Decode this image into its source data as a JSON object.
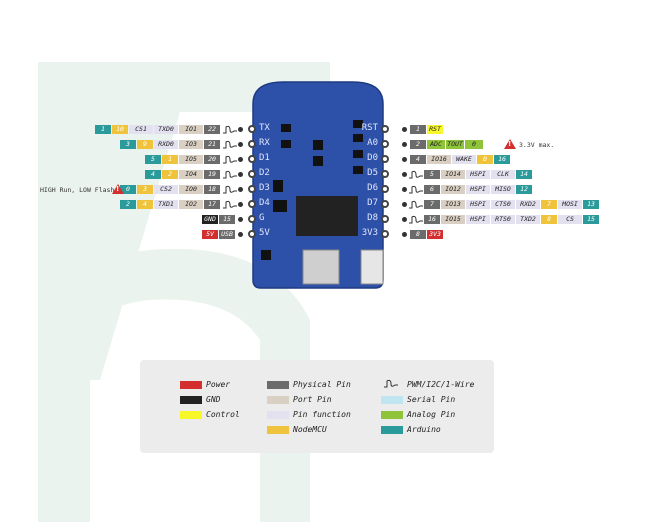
{
  "title": "mini",
  "board_labels_left": [
    "TX",
    "RX",
    "D1",
    "D2",
    "D3",
    "D4",
    "G",
    "5V"
  ],
  "board_labels_right": [
    "RST",
    "A0",
    "D0",
    "D5",
    "D6",
    "D7",
    "D8",
    "3V3"
  ],
  "left_pins": [
    {
      "tags": [
        [
          "ard",
          "1"
        ],
        [
          "mcu",
          "10"
        ],
        [
          "fn",
          "CS1"
        ],
        [
          "fn",
          "TXD0"
        ],
        [
          "port",
          "IO1"
        ],
        [
          "ph",
          "22"
        ]
      ],
      "pwm": true
    },
    {
      "tags": [
        [
          "ard",
          "3"
        ],
        [
          "mcu",
          "9"
        ],
        [
          "fn",
          "RXD0"
        ],
        [
          "port",
          "IO3"
        ],
        [
          "ph",
          "21"
        ]
      ],
      "pwm": true
    },
    {
      "tags": [
        [
          "ard",
          "5"
        ],
        [
          "mcu",
          "1"
        ],
        [
          "port",
          "IO5"
        ],
        [
          "ph",
          "20"
        ]
      ],
      "pwm": true
    },
    {
      "tags": [
        [
          "ard",
          "4"
        ],
        [
          "mcu",
          "2"
        ],
        [
          "port",
          "IO4"
        ],
        [
          "ph",
          "19"
        ]
      ],
      "pwm": true
    },
    {
      "tags": [
        [
          "ard",
          "0"
        ],
        [
          "mcu",
          "3"
        ],
        [
          "fn",
          "CS2"
        ],
        [
          "port",
          "IO0"
        ],
        [
          "ph",
          "18"
        ]
      ],
      "pwm": true
    },
    {
      "tags": [
        [
          "ard",
          "2"
        ],
        [
          "mcu",
          "4"
        ],
        [
          "fn",
          "TXD1"
        ],
        [
          "port",
          "IO2"
        ],
        [
          "ph",
          "17"
        ]
      ],
      "pwm": true
    },
    {
      "tags": [
        [
          "gnd",
          "GND"
        ],
        [
          "ph",
          "15"
        ]
      ],
      "pwm": false
    },
    {
      "tags": [
        [
          "pwr",
          "5V"
        ],
        [
          "ph",
          "USB"
        ]
      ],
      "pwm": false
    }
  ],
  "right_pins": [
    {
      "tags": [
        [
          "ph",
          "1"
        ],
        [
          "ctl",
          "RST"
        ]
      ],
      "pwm": false
    },
    {
      "tags": [
        [
          "ph",
          "2"
        ],
        [
          "ana",
          "ADC"
        ],
        [
          "ana",
          "TOUT"
        ],
        [
          "ana",
          "0"
        ]
      ],
      "pwm": false
    },
    {
      "tags": [
        [
          "ph",
          "4"
        ],
        [
          "port",
          "IO16"
        ],
        [
          "fn",
          "WAKE"
        ],
        [
          "mcu",
          "0"
        ],
        [
          "ard",
          "16"
        ]
      ],
      "pwm": false
    },
    {
      "tags": [
        [
          "ph",
          "5"
        ],
        [
          "port",
          "IO14"
        ],
        [
          "fn",
          "HSPI"
        ],
        [
          "fn",
          "CLK"
        ],
        [
          "ard",
          "14"
        ]
      ],
      "pwm": true
    },
    {
      "tags": [
        [
          "ph",
          "6"
        ],
        [
          "port",
          "IO12"
        ],
        [
          "fn",
          "HSPI"
        ],
        [
          "fn",
          "MISO"
        ],
        [
          "ard",
          "12"
        ]
      ],
      "pwm": true
    },
    {
      "tags": [
        [
          "ph",
          "7"
        ],
        [
          "port",
          "IO13"
        ],
        [
          "fn",
          "HSPI"
        ],
        [
          "fn",
          "CTS0"
        ],
        [
          "fn",
          "RXD2"
        ],
        [
          "mcu",
          "7"
        ],
        [
          "fn",
          "MOSI"
        ],
        [
          "ard",
          "13"
        ]
      ],
      "pwm": true
    },
    {
      "tags": [
        [
          "ph",
          "16"
        ],
        [
          "port",
          "IO15"
        ],
        [
          "fn",
          "HSPI"
        ],
        [
          "fn",
          "RTS0"
        ],
        [
          "fn",
          "TXD2"
        ],
        [
          "mcu",
          "8"
        ],
        [
          "fn",
          "CS"
        ],
        [
          "ard",
          "15"
        ]
      ],
      "pwm": true
    },
    {
      "tags": [
        [
          "ph",
          "8"
        ],
        [
          "pwr",
          "3V3"
        ]
      ],
      "pwm": false
    }
  ],
  "notes": {
    "a0_warning": "3.3V max.",
    "d3_warning": "HIGH Run, LOW Flash"
  },
  "legend": [
    {
      "color": "#d32f2f",
      "label": "Power"
    },
    {
      "color": "#222222",
      "label": "GND"
    },
    {
      "color": "#f7f72a",
      "label": "Control"
    },
    {
      "color": "#6b6b6b",
      "label": "Physical Pin"
    },
    {
      "color": "#d9cfc3",
      "label": "Port Pin"
    },
    {
      "color": "#e3e1ef",
      "label": "Pin function"
    },
    {
      "color": "#f0c33c",
      "label": "NodeMCU"
    },
    {
      "color": "",
      "label": "PWM/I2C/1-Wire"
    },
    {
      "color": "#bfe6f0",
      "label": "Serial Pin"
    },
    {
      "color": "#8fc43a",
      "label": "Analog Pin"
    },
    {
      "color": "#2a9a9a",
      "label": "Arduino"
    }
  ]
}
